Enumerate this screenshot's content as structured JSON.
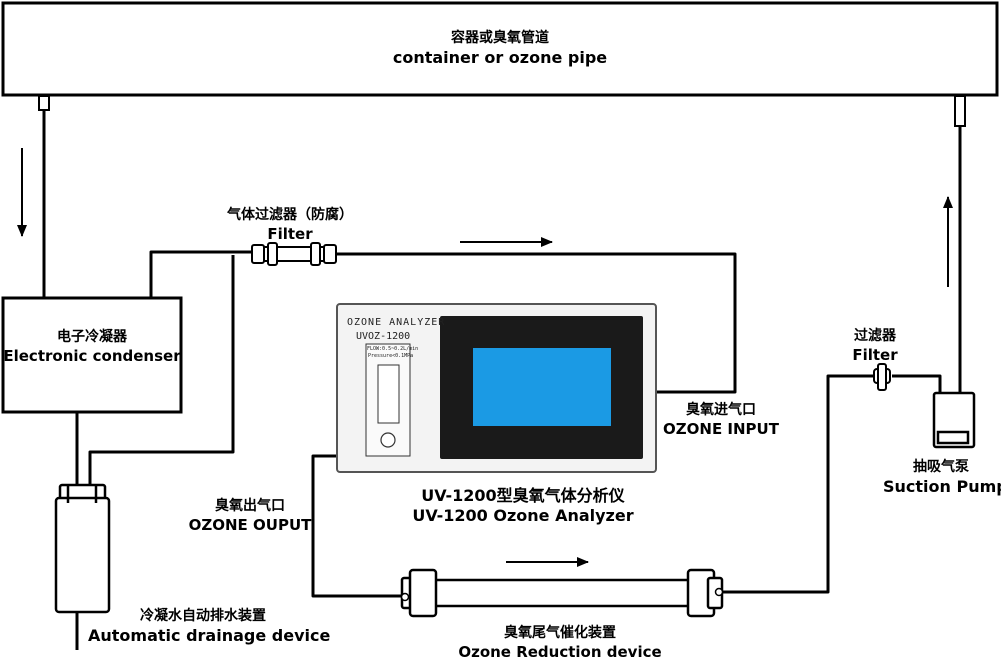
{
  "container": {
    "cn": "容器或臭氧管道",
    "en": "container or ozone pipe"
  },
  "condenser": {
    "cn": "电子冷凝器",
    "en": "Electronic condenser"
  },
  "filter_left": {
    "cn": "气体过滤器（防腐）",
    "en": "Filter"
  },
  "filter_right": {
    "cn": "过滤器",
    "en": "Filter"
  },
  "analyzer": {
    "brand": "OZONE ANALYZER",
    "model": "UVOZ-1200",
    "flow_text": "FLOW:0.5~0.2L/min",
    "pressure_text": "Pressure<0.1MPa",
    "cn": "UV-1200型臭氧气体分析仪",
    "en": "UV-1200 Ozone Analyzer",
    "colors": {
      "screen": "#1b9ae4",
      "bezel": "#1a1a1a"
    }
  },
  "ozone_input": {
    "cn": "臭氧进气口",
    "en": "OZONE INPUT"
  },
  "ozone_output": {
    "cn": "臭氧出气口",
    "en": "OZONE OUPUT"
  },
  "suction_pump": {
    "cn": "抽吸气泵",
    "en": "Suction Pump"
  },
  "drainage": {
    "cn": "冷凝水自动排水装置",
    "en": "Automatic drainage device"
  },
  "reduction": {
    "cn": "臭氧尾气催化装置",
    "en": "Ozone Reduction device"
  }
}
